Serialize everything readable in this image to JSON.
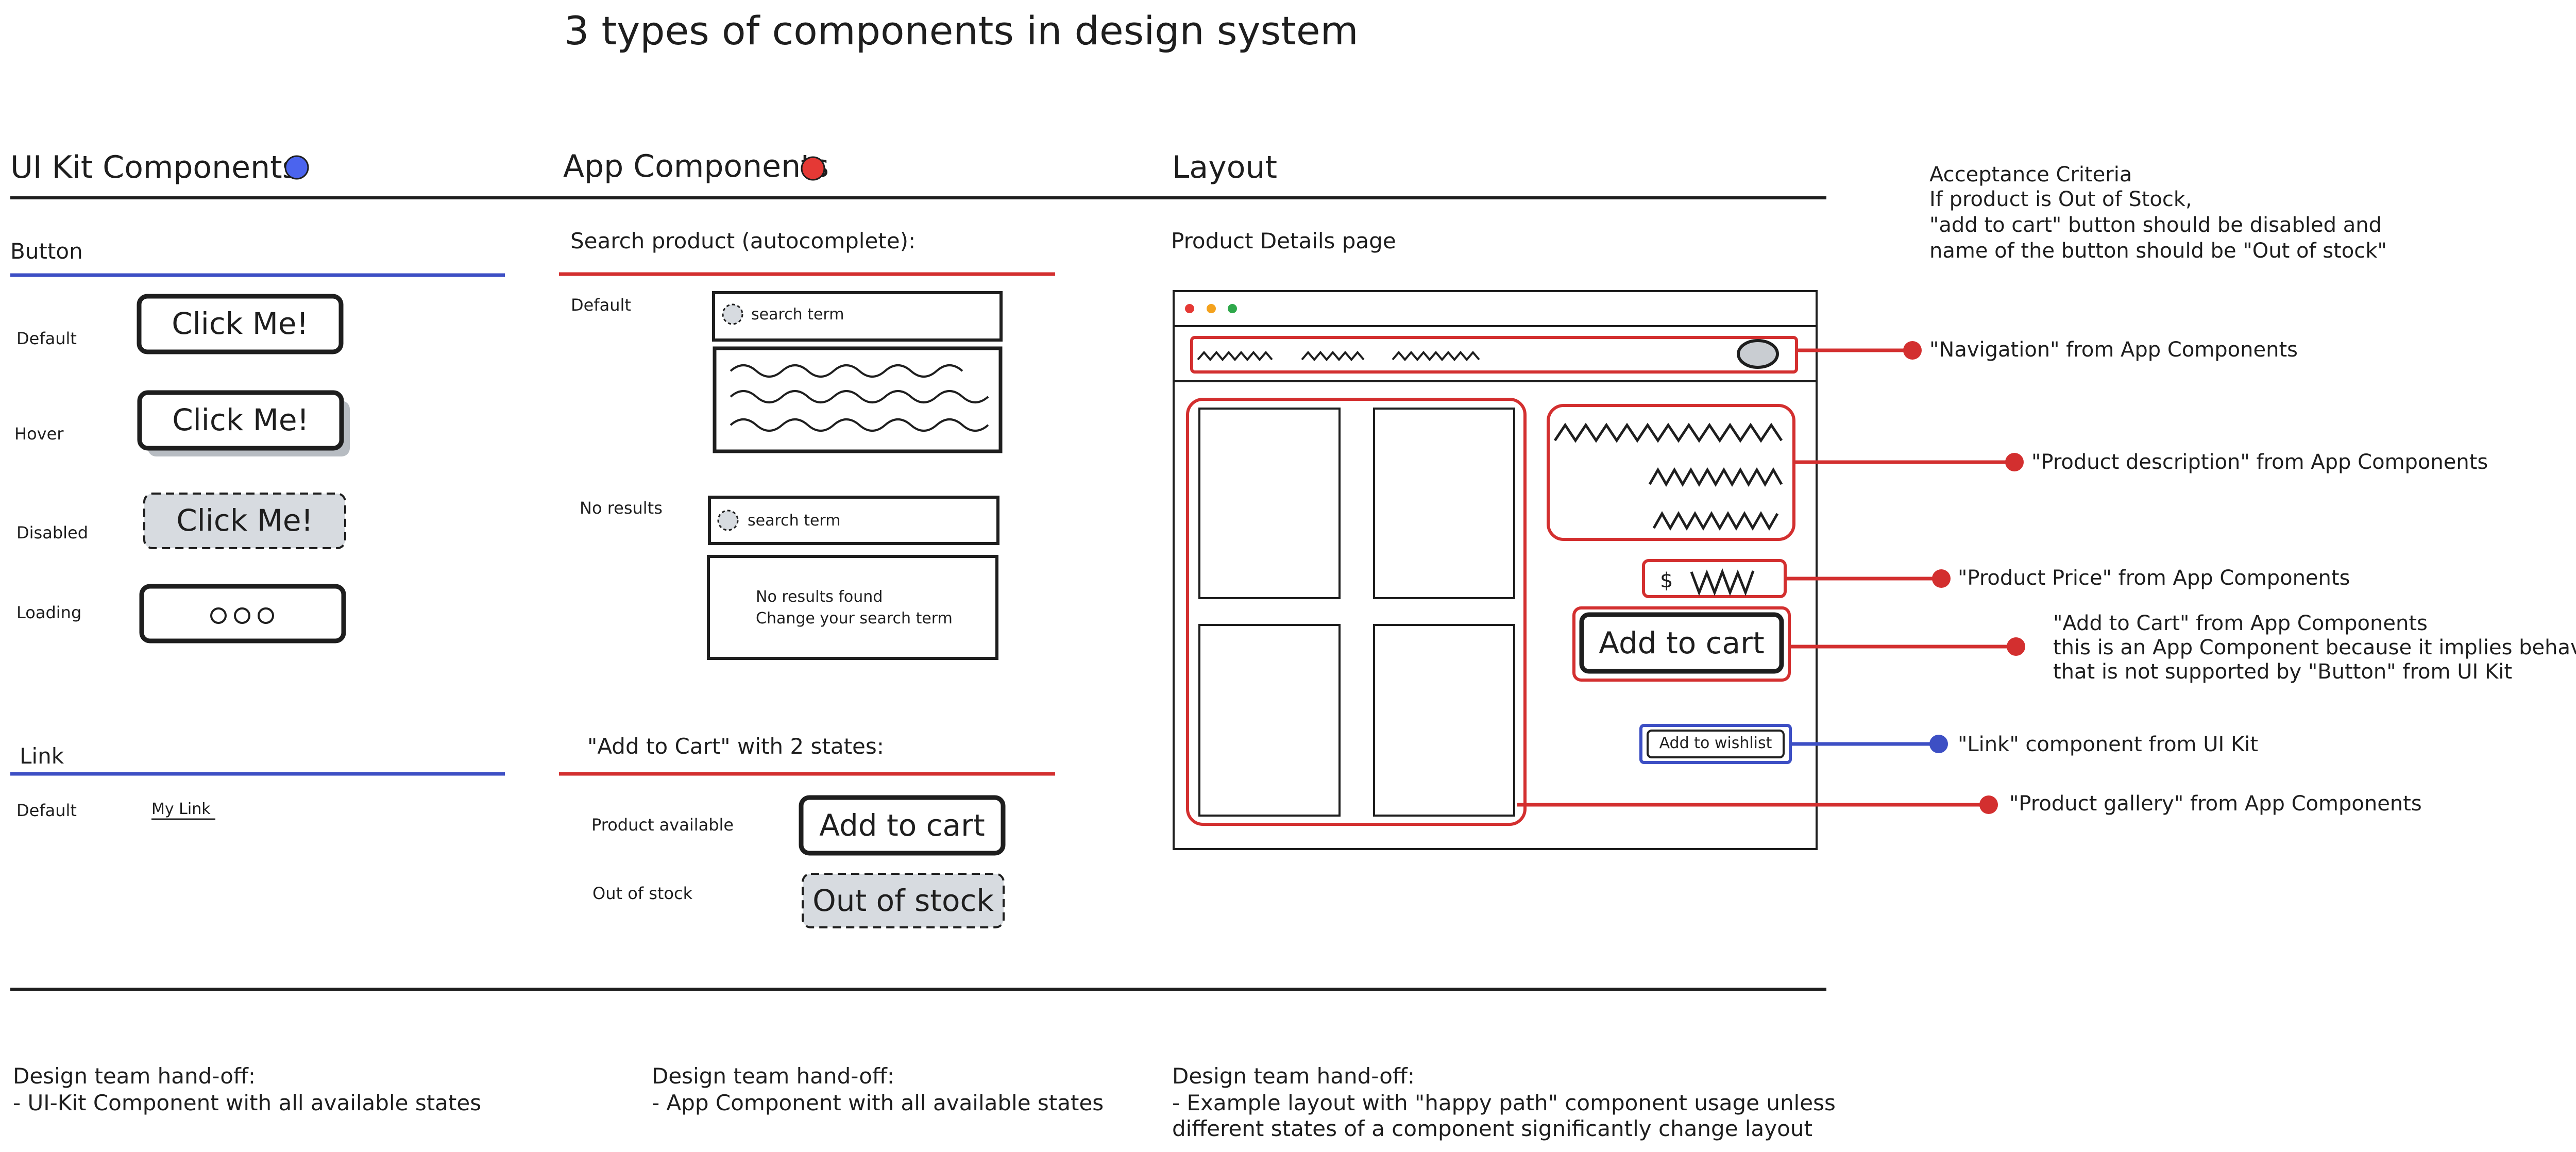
{
  "title": "3 types of components in design system",
  "colors": {
    "ink": "#1e1e1e",
    "red": "#d32f2f",
    "blue": "#3d4fc4",
    "blue_dot": "#4b64ee",
    "red_dot": "#e53935",
    "disabled_fill": "#d7dbe0"
  },
  "columns": {
    "ui_kit": {
      "heading": "UI Kit Components",
      "dot_color": "blue"
    },
    "app": {
      "heading": "App Components",
      "dot_color": "red"
    },
    "layout": {
      "heading": "Layout"
    }
  },
  "ui_kit": {
    "button": {
      "section": "Button",
      "states": [
        {
          "label": "Default",
          "text": "Click Me!"
        },
        {
          "label": "Hover",
          "text": "Click Me!"
        },
        {
          "label": "Disabled",
          "text": "Click Me!"
        },
        {
          "label": "Loading",
          "text": ""
        }
      ]
    },
    "link": {
      "section": "Link",
      "state_label": "Default",
      "text": "My Link"
    }
  },
  "app": {
    "search": {
      "section": "Search product (autocomplete):",
      "default_label": "Default",
      "no_results_label": "No results",
      "placeholder": "search term",
      "no_results_line1": "No results found",
      "no_results_line2": "Change your search term"
    },
    "add_to_cart": {
      "section": "\"Add to Cart\" with 2 states:",
      "available_label": "Product available",
      "available_text": "Add to cart",
      "oos_label": "Out of stock",
      "oos_text": "Out of stock"
    }
  },
  "layout": {
    "page_label": "Product Details page",
    "price_symbol": "$",
    "add_to_cart": "Add to cart",
    "wishlist": "Add to wishlist"
  },
  "acceptance": {
    "lines": [
      "Acceptance Criteria",
      "If product is Out of Stock,",
      "\"add to cart\" button should be disabled and",
      "name of the button should be \"Out of stock\""
    ]
  },
  "annotations": [
    {
      "text": "\"Navigation\" from App Components",
      "color": "red"
    },
    {
      "text": "\"Product description\" from App Components",
      "color": "red"
    },
    {
      "text": "\"Product Price\" from App Components",
      "color": "red"
    },
    {
      "lines": [
        "\"Add to Cart\" from App Components",
        "this is an App Component because it implies behavior",
        "that is not supported by \"Button\" from UI Kit"
      ],
      "color": "red"
    },
    {
      "text": "\"Link\" component from UI Kit",
      "color": "blue"
    },
    {
      "text": "\"Product gallery\" from App Components",
      "color": "red"
    }
  ],
  "handoff": [
    {
      "title": "Design team hand-off:",
      "lines": [
        "- UI-Kit Component with all available states"
      ]
    },
    {
      "title": "Design team hand-off:",
      "lines": [
        "- App Component with all available states"
      ]
    },
    {
      "title": "Design team hand-off:",
      "lines": [
        "- Example layout with \"happy path\" component usage unless",
        "different states of a component significantly change layout"
      ]
    }
  ]
}
